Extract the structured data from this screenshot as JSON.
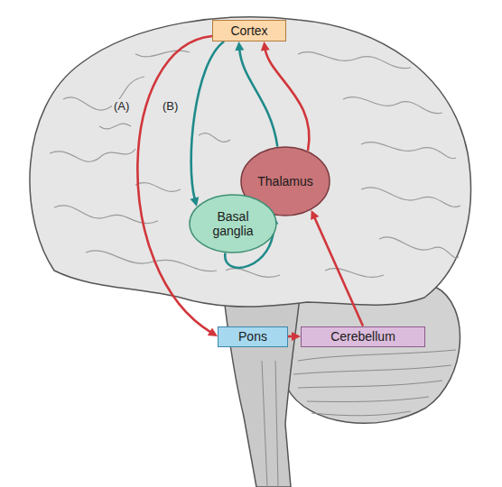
{
  "diagram": {
    "nodes": [
      {
        "text": [
          "Cortex"
        ]
      },
      {
        "text": [
          "Thalamus"
        ]
      },
      {
        "text": [
          "Basal ganglia"
        ]
      },
      {
        "text": [
          "Pons"
        ]
      },
      {
        "text": [
          "Cerebellum"
        ]
      }
    ],
    "edges": [
      {
        "from": 0,
        "to": 3,
        "arrow": "to"
      },
      {
        "from": 3,
        "to": 4,
        "arrow": "to"
      },
      {
        "from": 4,
        "to": 1,
        "arrow": "to"
      },
      {
        "from": 1,
        "to": 0,
        "arrow": "to"
      },
      {
        "from": 0,
        "to": 2,
        "arrow": "to"
      },
      {
        "from": 2,
        "to": 1,
        "arrow": "to"
      },
      {
        "from": 1,
        "to": 0,
        "arrow": "to"
      }
    ],
    "labels": [
      "(A)",
      "(B)"
    ]
  }
}
